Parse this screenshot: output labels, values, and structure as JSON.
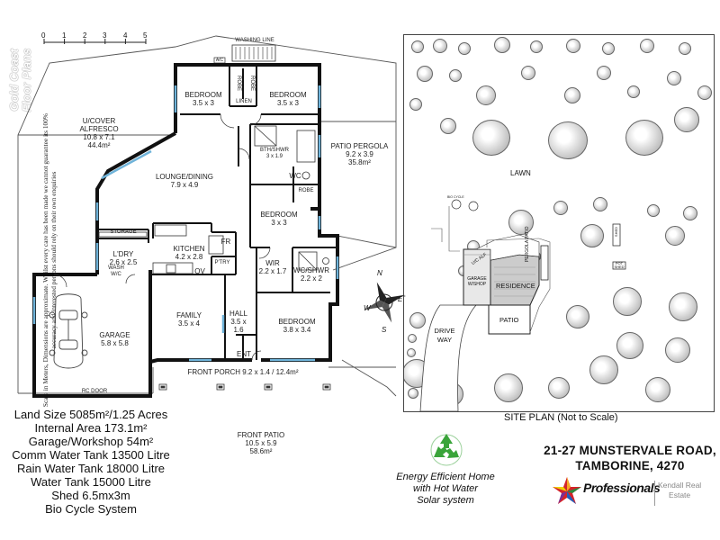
{
  "brand": {
    "line1": "Gold Coast",
    "line2": "Floor Plans"
  },
  "disclaimer": "Scale in Meters, Dimensions are approximate. Whilst every care has been made we cannot guarantee its 100% accuracy and interested persons should rely on their own enquiries",
  "scale": {
    "ticks": [
      "0",
      "1",
      "2",
      "3",
      "4",
      "5"
    ]
  },
  "rooms": {
    "washing_line": "WASHING LINE",
    "ac": "A/C",
    "bed1": {
      "name": "BEDROOM",
      "dim": "3.5 x 3"
    },
    "bed2": {
      "name": "BEDROOM",
      "dim": "3.5 x 3"
    },
    "robe1": "ROBE",
    "robe2": "ROBE",
    "linen": "LINEN",
    "alfresco": {
      "name1": "U/COVER",
      "name2": "ALFRESCO",
      "dim": "10.8 x 7.1",
      "area": "44.4m²"
    },
    "bath": {
      "name": "BTH/SHWR",
      "dim": "3 x 1.9"
    },
    "patio_pergola": {
      "name": "PATIO PERGOLA",
      "dim": "9.2 x 3.9",
      "area": "35.8m²"
    },
    "lounge": {
      "name": "LOUNGE/DINING",
      "dim": "7.9 x 4.9"
    },
    "wc": "WC",
    "robe3": "ROBE",
    "bed3": {
      "name": "BEDROOM",
      "dim": "3 x 3"
    },
    "storage": "STORAGE",
    "kitchen": {
      "name": "KITCHEN",
      "dim": "4.2 x 2.8"
    },
    "fr": "FR",
    "ldry": {
      "name": "L'DRY",
      "dim": "2.6 x 2.5"
    },
    "wash": "WASH",
    "wm": "W/C",
    "ov": "OV",
    "ptry": "P'TRY",
    "wir": {
      "name": "WIR",
      "dim": "2.2 x 1.7"
    },
    "wcshwr": {
      "name": "WC/SHWR",
      "dim": "2.2 x 2"
    },
    "garage": {
      "name": "GARAGE",
      "dim": "5.8 x 5.8"
    },
    "family": {
      "name": "FAMILY",
      "dim": "3.5 x 4"
    },
    "hall": {
      "name": "HALL",
      "dim1": "3.5 x",
      "dim2": "1.6"
    },
    "ent": "ENT",
    "bed4": {
      "name": "BEDROOM",
      "dim": "3.8 x 3.4"
    },
    "front_porch": "FRONT PORCH 9.2 x 1.4 / 12.4m²",
    "rc_door": "RC DOOR",
    "front_patio": {
      "name": "FRONT PATIO",
      "dim": "10.5 x 5.9",
      "area": "58.6m²"
    }
  },
  "property_info": [
    "Land Size 5085m²/1.25 Acres",
    "Internal Area 173.1m²",
    "Garage/Workshop 54m²",
    "Comm Water Tank 13500 Litre",
    "Rain Water Tank 18000 Litre",
    "Water Tank 15000 Litre",
    "Shed 6.5mx3m",
    "Bio Cycle System"
  ],
  "site_plan": {
    "title": "SITE PLAN (Not to Scale)",
    "lawn": "LAWN",
    "residence": "RESIDENCE",
    "garage_workshop": {
      "l1": "GARAGE",
      "l2": "W/SHOP"
    },
    "patio": "PATIO",
    "pergola_patio": "PERGOLA PATIO",
    "drive_way": {
      "l1": "DRIVE",
      "l2": "WAY"
    },
    "uc_alf": "U/C ALF",
    "shed": "SHED",
    "pot_shed": {
      "l1": "POT",
      "l2": "SHED"
    },
    "bio_cycle": "BIO CYCLE",
    "compass": {
      "n": "N",
      "e": "E",
      "s": "S",
      "w": "W"
    }
  },
  "energy": {
    "l1": "Energy Efficient Home",
    "l2": "with Hot Water",
    "l3": "Solar system"
  },
  "address": {
    "line1": "21-27 MUNSTERVALE ROAD,",
    "line2": "TAMBORINE, 4270"
  },
  "agency": {
    "name": "Professionals",
    "sub1": "Kendall Real",
    "sub2": "Estate"
  },
  "colors": {
    "wall": "#111111",
    "window": "#6fb3d9",
    "agency_red": "#d3232a",
    "recycle_green": "#3aa43a"
  }
}
